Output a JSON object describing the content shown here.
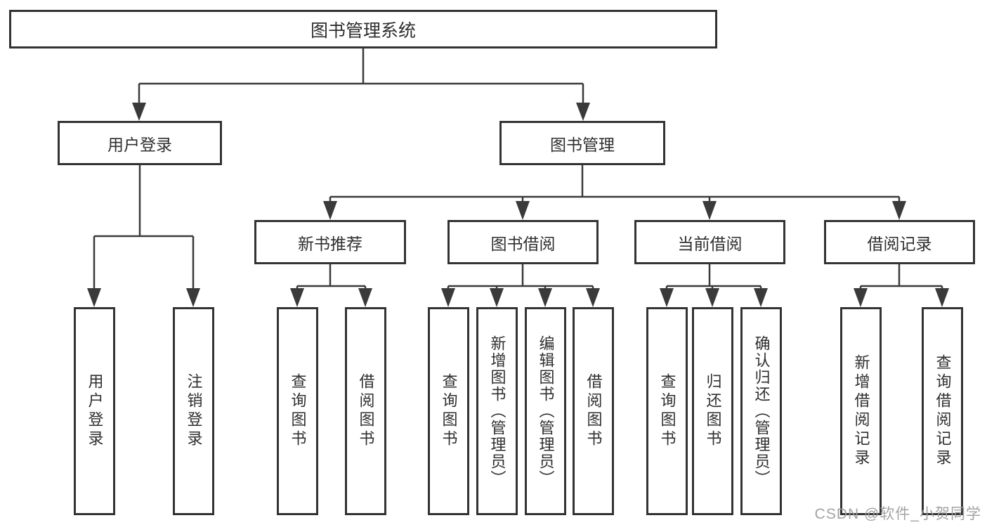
{
  "diagram": {
    "root": {
      "label": "图书管理系统"
    },
    "branches": {
      "user_login": {
        "label": "用户登录",
        "children": {
          "login": {
            "label": "用户登录"
          },
          "logout": {
            "label": "注销登录"
          }
        }
      },
      "book_management": {
        "label": "图书管理",
        "children": {
          "new_book_recommend": {
            "label": "新书推荐",
            "children": {
              "query_books": {
                "label": "查询图书"
              },
              "borrow_books": {
                "label": "借阅图书"
              }
            }
          },
          "book_borrowing": {
            "label": "图书借阅",
            "children": {
              "query_books": {
                "label": "查询图书"
              },
              "add_books": {
                "label": "新增图书（管理员）"
              },
              "edit_books": {
                "label": "编辑图书（管理员）"
              },
              "borrow_books": {
                "label": "借阅图书"
              }
            }
          },
          "current_borrowing": {
            "label": "当前借阅",
            "children": {
              "query_books": {
                "label": "查询图书"
              },
              "return_books": {
                "label": "归还图书"
              },
              "confirm_return": {
                "label": "确认归还（管理员）"
              }
            }
          },
          "borrowing_records": {
            "label": "借阅记录",
            "children": {
              "add_record": {
                "label": "新增借阅记录"
              },
              "query_record": {
                "label": "查询借阅记录"
              }
            }
          }
        }
      }
    }
  },
  "watermark": "CSDN @软件_小贺同学",
  "colors": {
    "line": "#3a3a3a",
    "box_border": "#333333",
    "text": "#2f2f2f",
    "background": "#ffffff",
    "watermark": "#9e9e9e"
  }
}
